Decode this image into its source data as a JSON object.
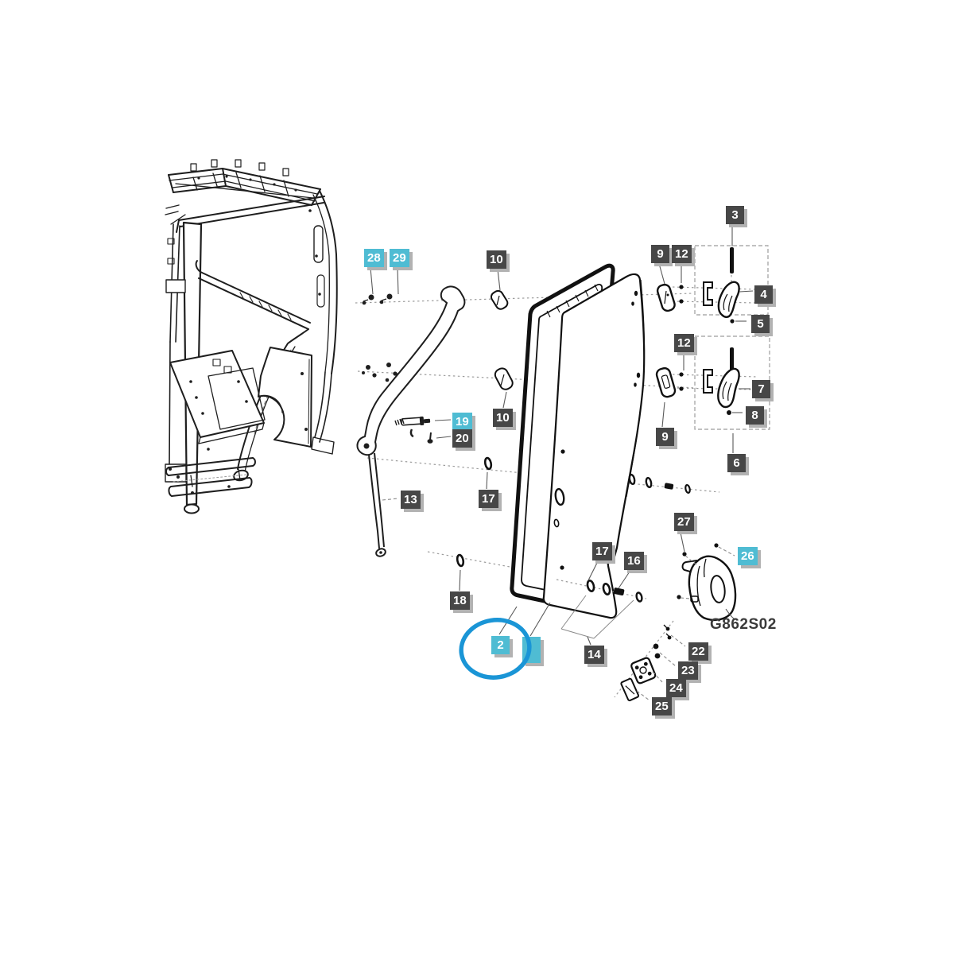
{
  "diagram": {
    "type": "exploded-parts-diagram",
    "subject": "tractor-cab-door-assembly",
    "part_code": "G862S02"
  },
  "labels": {
    "l2": {
      "text": "2",
      "style": "cyan"
    },
    "l3": {
      "text": "3",
      "style": "dark"
    },
    "l4": {
      "text": "4",
      "style": "dark"
    },
    "l5": {
      "text": "5",
      "style": "dark"
    },
    "l6": {
      "text": "6",
      "style": "dark"
    },
    "l7": {
      "text": "7",
      "style": "dark"
    },
    "l8": {
      "text": "8",
      "style": "dark"
    },
    "l9a": {
      "text": "9",
      "style": "dark"
    },
    "l9b": {
      "text": "9",
      "style": "dark"
    },
    "l10a": {
      "text": "10",
      "style": "dark"
    },
    "l10b": {
      "text": "10",
      "style": "dark"
    },
    "l12a": {
      "text": "12",
      "style": "dark"
    },
    "l12b": {
      "text": "12",
      "style": "dark"
    },
    "l13": {
      "text": "13",
      "style": "dark"
    },
    "l14": {
      "text": "14",
      "style": "dark"
    },
    "l16": {
      "text": "16",
      "style": "dark"
    },
    "l17a": {
      "text": "17",
      "style": "dark"
    },
    "l17b": {
      "text": "17",
      "style": "dark"
    },
    "l18": {
      "text": "18",
      "style": "dark"
    },
    "l19": {
      "text": "19",
      "style": "cyan"
    },
    "l20": {
      "text": "20",
      "style": "dark"
    },
    "l22": {
      "text": "22",
      "style": "dark"
    },
    "l23": {
      "text": "23",
      "style": "dark"
    },
    "l24": {
      "text": "24",
      "style": "dark"
    },
    "l25": {
      "text": "25",
      "style": "dark"
    },
    "l26": {
      "text": "26",
      "style": "cyan"
    },
    "l27": {
      "text": "27",
      "style": "dark"
    },
    "l28": {
      "text": "28",
      "style": "cyan"
    },
    "l29": {
      "text": "29",
      "style": "cyan"
    },
    "lblank": {
      "text": "",
      "style": "cyan"
    }
  },
  "highlight": {
    "shape": "ellipse",
    "around_label": "2",
    "color": "#1a95d6"
  },
  "colors": {
    "background": "#ffffff",
    "line_art": "#1e1e1e",
    "dashed_lines": "#9c9c9c",
    "label_dark": "#474747",
    "label_cyan": "#4fbcd3",
    "label_text": "#ffffff",
    "label_shadow": "#b2b2b2",
    "highlight_blue": "#1a95d6",
    "part_code_text": "#3a3a3a"
  }
}
